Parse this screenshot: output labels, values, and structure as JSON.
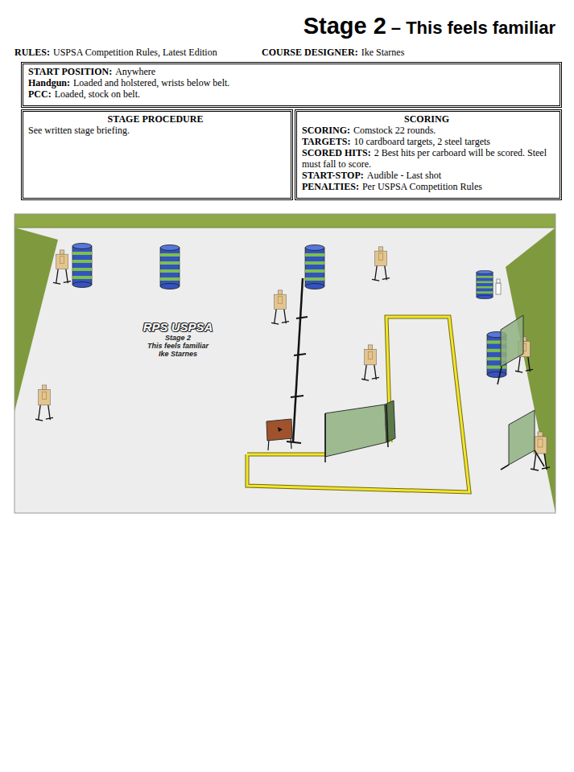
{
  "diagram": {
    "title": "Stage 2",
    "nodes": [
      {
        "text": [
          "START POSITION:",
          "Anywhere",
          "Handgun:",
          "Loaded and holstered, wrists below belt.",
          "PCC:",
          "Loaded, stock on belt."
        ]
      },
      {
        "text": [
          "STAGE PROCEDURE",
          "See written stage briefing."
        ]
      },
      {
        "text": [
          "SCORING",
          "SCORING:",
          "Comstock 22 rounds.",
          "TARGETS:",
          "10 cardboard targets, 2 steel targets",
          "SCORED HITS:",
          "2 Best hits per carboard will be scored. Steel must fall to score.",
          "START-STOP:",
          "Audible - Last shot",
          "PENALTIES:",
          "Per USPSA Competition Rules"
        ]
      }
    ],
    "labels": [
      "– This feels familiar",
      "RULES:",
      "USPSA Competition Rules, Latest Edition",
      "COURSE DESIGNER:",
      "Ike Starnes",
      "RPS USPSA",
      "Stage 2",
      "This feels familiar",
      "Ike Starnes"
    ]
  }
}
